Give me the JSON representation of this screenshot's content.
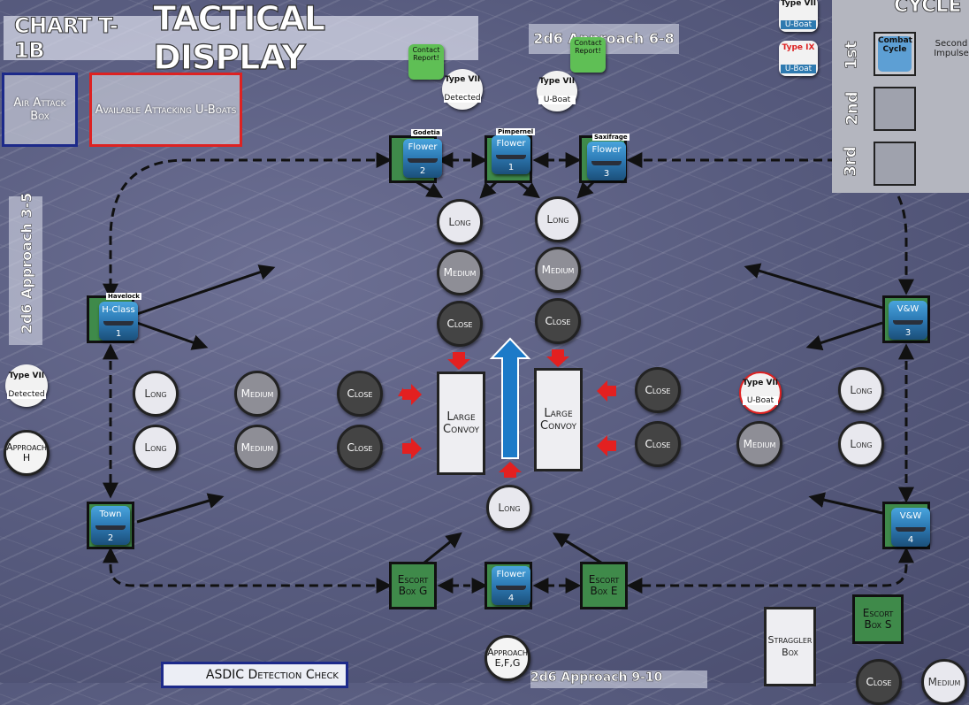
{
  "title": {
    "chart_id": "CHART T-1B",
    "name": "TACTICAL DISPLAY"
  },
  "approach_labels": {
    "top": "2d6 Approach 6-8",
    "left": "2d6 Approach 3-5",
    "bottom": "2d6 Approach 9-10"
  },
  "boxes": {
    "air_attack": "Air Attack Box",
    "available": "Available Attacking U-Boats",
    "straggler": "Straggler Box",
    "asdic": "ASDIC Detection Check"
  },
  "cycle_panel": {
    "title": "CYCLE",
    "rows": [
      "1st",
      "2nd",
      "3rd"
    ],
    "combat_cycle": "Combat Cycle",
    "second_impulse": "Second Impulse"
  },
  "convoy": {
    "left": "Large Convoy",
    "right": "Large Convoy"
  },
  "ranges": {
    "long": "Long",
    "medium": "Medium",
    "close": "Close"
  },
  "approach_boxes": {
    "h": "Approach H",
    "efg": "Approach E,F,G"
  },
  "escort_boxes": {
    "g": "Escort Box G",
    "e": "Escort Box E",
    "s": "Escort Box S"
  },
  "escorts": [
    {
      "name": "Godetia",
      "class": "Flower",
      "num": "2"
    },
    {
      "name": "Pimpernel",
      "class": "Flower",
      "num": "1"
    },
    {
      "name": "Saxifrage",
      "class": "Flower",
      "num": "3"
    },
    {
      "name": "Havelock",
      "class": "H-Class",
      "num": "1"
    },
    {
      "name": "",
      "class": "V&W",
      "num": "3"
    },
    {
      "name": "",
      "class": "Town",
      "num": "2"
    },
    {
      "name": "",
      "class": "V&W",
      "num": "4"
    },
    {
      "name": "",
      "class": "Flower",
      "num": "4"
    }
  ],
  "uboats": [
    {
      "type": "Type VII",
      "status": "Detected"
    },
    {
      "type": "Type VII",
      "status": "U-Boat"
    },
    {
      "type": "Type VII",
      "status": "U-Boat"
    },
    {
      "type": "Type IX",
      "status": "U-Boat"
    },
    {
      "type": "Type VII",
      "status": "Detected"
    },
    {
      "type": "Type VII",
      "status": "U-Boat"
    }
  ],
  "contact": {
    "label": "Contact Report!"
  },
  "colors": {
    "sea": "#565a7d",
    "escort_box": "#3f8a4a",
    "ship_blue": "#2f7db8",
    "arrow_red": "#e32020",
    "arrow_blue": "#1c7ac8"
  }
}
